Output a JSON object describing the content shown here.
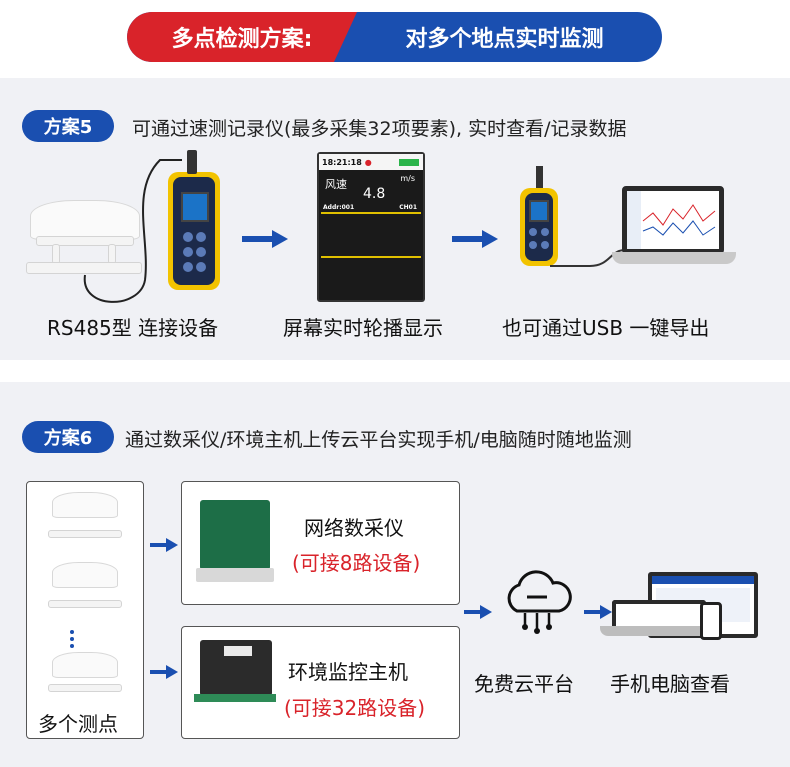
{
  "banner": {
    "left": "多点检测方案:",
    "right": "对多个地点实时监测"
  },
  "scheme5": {
    "pill": "方案5",
    "desc": "可通过速测记录仪(最多采集32项要素), 实时查看/记录数据",
    "captions": [
      "RS485型 连接设备",
      "屏幕实时轮播显示",
      "也可通过USB 一键导出"
    ],
    "display": {
      "time": "18:21:18",
      "label": "风速",
      "unit": "m/s",
      "value": "4.8",
      "addr": "Addr:001",
      "ch": "CH01"
    }
  },
  "scheme6": {
    "pill": "方案6",
    "desc": "通过数采仪/环境主机上传云平台实现手机/电脑随时随地监测",
    "sensors_label": "多个测点",
    "collector": {
      "name": "网络数采仪",
      "sub": "(可接8路设备)"
    },
    "host": {
      "name": "环境监控主机",
      "sub": "(可接32路设备)"
    },
    "cloud_label": "免费云平台",
    "view_label": "手机电脑查看"
  },
  "colors": {
    "brand_blue": "#1a4fb0",
    "brand_red": "#d9232a",
    "panel_bg": "#f0f1f5"
  }
}
